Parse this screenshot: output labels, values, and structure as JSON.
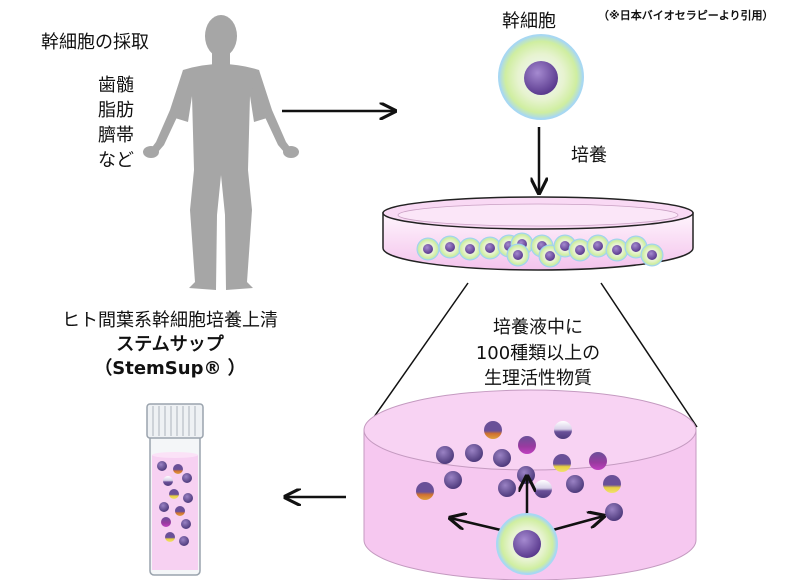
{
  "citation": "（※日本バイオセラピーより引用）",
  "harvest": {
    "title": "幹細胞の採取",
    "sources": [
      "歯髄",
      "脂肪",
      "臍帯",
      "など"
    ]
  },
  "stem_cell_label": "幹細胞",
  "culture_label": "培養",
  "substances_label": [
    "培養液中に",
    "100種類以上の",
    "生理活性物質"
  ],
  "product": {
    "description": "ヒト間葉系幹細胞培養上清",
    "name": "ステムサップ",
    "latin": "（StemSup® ）"
  },
  "colors": {
    "silhouette": "#a6a6a6",
    "medium": "#f6c8f0",
    "cell_membrane": "#d9f0a8",
    "cell_nucleus": "#6a4a9a"
  }
}
